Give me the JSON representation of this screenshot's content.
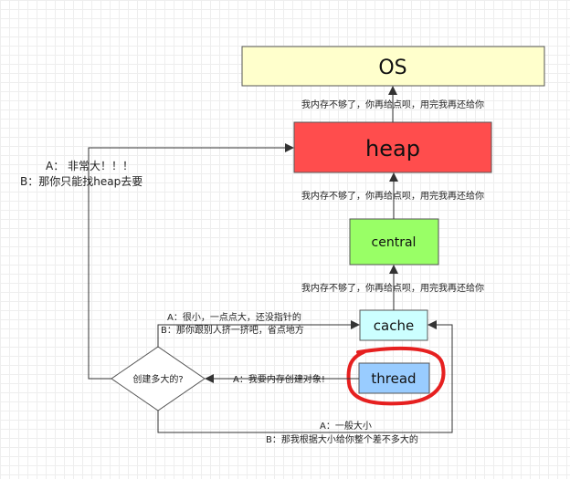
{
  "nodes": {
    "os": {
      "label": "OS",
      "color": "#ffffcc"
    },
    "heap": {
      "label": "heap",
      "color": "#ff4d4d"
    },
    "central": {
      "label": "central",
      "color": "#99ff66"
    },
    "cache": {
      "label": "cache",
      "color": "#ccffff"
    },
    "thread": {
      "label": "thread",
      "color": "#99ccff"
    },
    "decision": {
      "label": "创建多大的?"
    }
  },
  "edges": {
    "heap_to_os": "我内存不够了，你再给点呗，用完我再还给你",
    "central_to_heap": "我内存不够了，你再给点呗，用完我再还给你",
    "cache_to_central": "我内存不够了，你再给点呗，用完我再还给你",
    "thread_to_decision": "A：我要内存创建对象!",
    "decision_to_heap": [
      "A：  非常大！！！",
      "B：那你只能找heap去要"
    ],
    "decision_to_cache_small": [
      "A：很小，一点点大，还没指针的",
      "B：那你跟别人挤一挤吧，省点地方"
    ],
    "decision_to_cache_medium": [
      "A：一般大小",
      "B：那我根据大小给你整个差不多大的"
    ]
  },
  "highlight": {
    "color": "#e62020"
  }
}
